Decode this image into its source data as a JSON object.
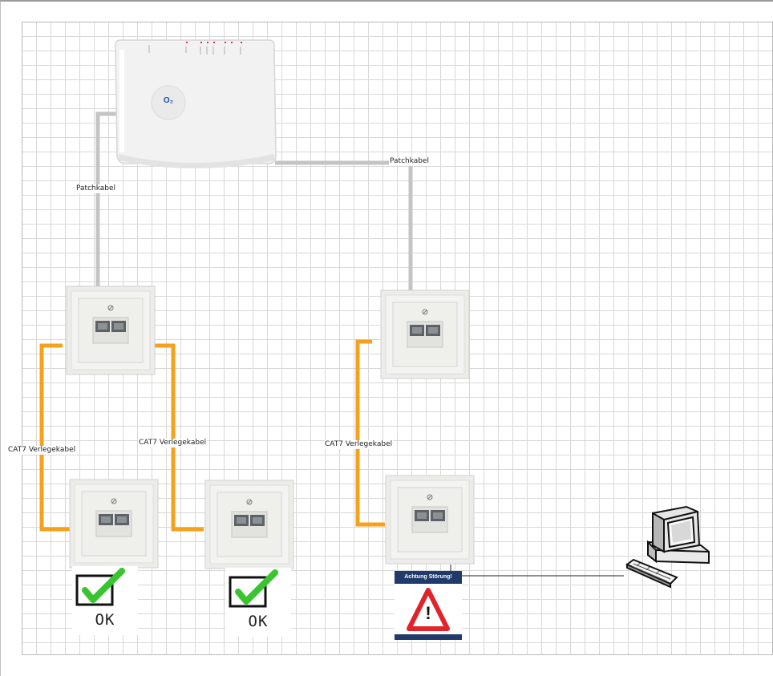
{
  "labels": {
    "patch_left": "Patchkabel",
    "patch_right": "Patchkabel",
    "cat7_left": "CAT7 Verlegekabel",
    "cat7_middle": "CAT7 Verlegekabel",
    "cat7_right": "CAT7 Verlegekabel"
  },
  "router": {
    "brand": "O₂",
    "icon": "router-icon"
  },
  "status": {
    "ok_1": "OK",
    "ok_2": "OK",
    "warning_title": "Achtung Störung!",
    "warning_symbol": "!"
  },
  "colors": {
    "patch_cable": "#c4c4c4",
    "cat7_cable": "#f5a11c",
    "check": "#3ac42f",
    "warning_red": "#e0242a",
    "warning_banner": "#1f3a6b"
  },
  "icons": {
    "socket": "network-socket-icon",
    "ok": "checkmark-icon",
    "warning": "warning-triangle-icon",
    "computer": "computer-icon"
  }
}
